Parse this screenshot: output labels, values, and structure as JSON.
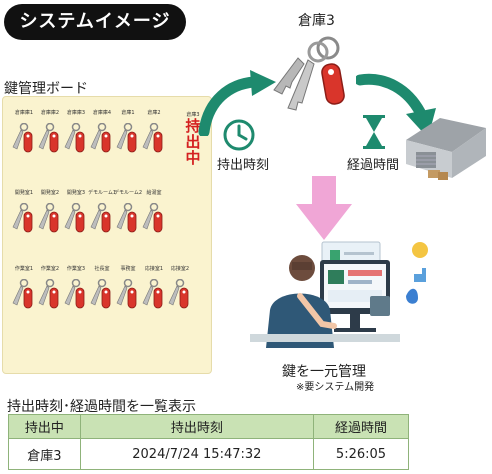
{
  "title": "システムイメージ",
  "board_label": "鍵管理ボード",
  "warehouse_label": "倉庫3",
  "checkout_time_label": "持出時刻",
  "elapsed_time_label": "経過時間",
  "central_label": "鍵を一元管理",
  "central_note": "※要システム開発",
  "list_heading": "持出時刻･経過時間を一覧表示",
  "board": {
    "row1": [
      "倉庫庫1",
      "倉庫庫2",
      "倉庫庫3",
      "倉庫庫4",
      "倉庫1",
      "倉庫2"
    ],
    "row2": [
      "開発室1",
      "開発室2",
      "開発室3",
      "デモルーム1",
      "デモルーム2",
      "給湯室"
    ],
    "row3": [
      "作業室1",
      "作業室2",
      "作業室3",
      "社長室",
      "事務室",
      "応接室1",
      "応接室2"
    ],
    "out_small": "倉庫3",
    "out_chars": [
      "持",
      "出",
      "中"
    ]
  },
  "table": {
    "headers": [
      "持出中",
      "持出時刻",
      "経過時間"
    ],
    "rows": [
      [
        "倉庫3",
        "2024/7/24 15:47:32",
        "5:26:05"
      ]
    ]
  },
  "colors": {
    "arrow_green": "#1e8a6e",
    "arrow_pink": "#f0a6d6",
    "key_tag_red": "#d9352b",
    "board_bg": "#faf3cf",
    "table_header": "#c9e2b4"
  }
}
